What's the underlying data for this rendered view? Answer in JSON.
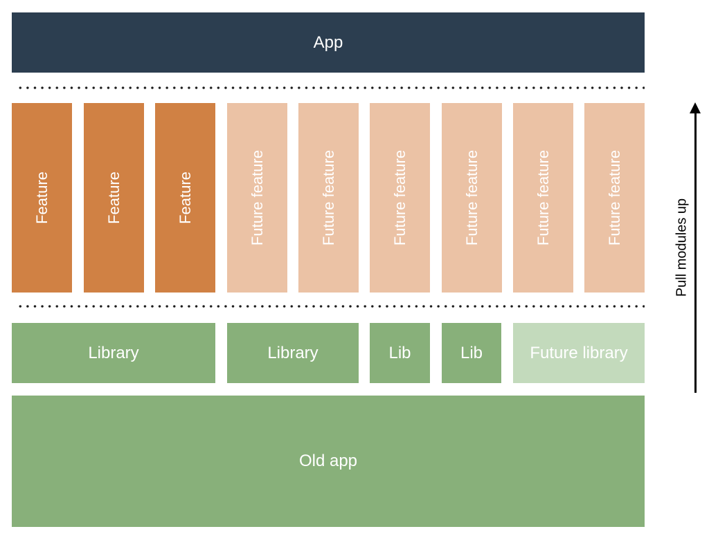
{
  "diagram": {
    "top": {
      "label": "App"
    },
    "features": [
      {
        "label": "Feature",
        "kind": "feature"
      },
      {
        "label": "Feature",
        "kind": "feature"
      },
      {
        "label": "Feature",
        "kind": "feature"
      },
      {
        "label": "Future feature",
        "kind": "future"
      },
      {
        "label": "Future feature",
        "kind": "future"
      },
      {
        "label": "Future feature",
        "kind": "future"
      },
      {
        "label": "Future feature",
        "kind": "future"
      },
      {
        "label": "Future feature",
        "kind": "future"
      },
      {
        "label": "Future feature",
        "kind": "future"
      }
    ],
    "libraries": [
      {
        "label": "Library",
        "kind": "current"
      },
      {
        "label": "Library",
        "kind": "current"
      },
      {
        "label": "Lib",
        "kind": "current"
      },
      {
        "label": "Lib",
        "kind": "current"
      },
      {
        "label": "Future library",
        "kind": "future"
      }
    ],
    "base": {
      "label": "Old app"
    },
    "arrow": {
      "label": "Pull modules up",
      "direction": "up"
    }
  },
  "colors": {
    "app": "#2c3e50",
    "feature": "#d08144",
    "future_feature": "#ebc2a5",
    "library": "#88b07a",
    "future_library": "#c3dabc",
    "old_app": "#88b07a"
  }
}
